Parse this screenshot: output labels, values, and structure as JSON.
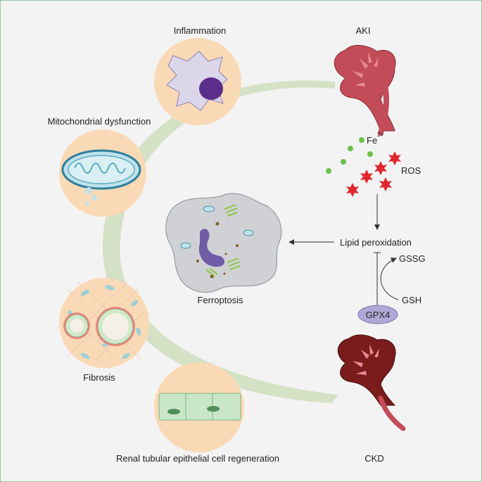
{
  "labels": {
    "inflammation": "Inflammation",
    "aki": "AKI",
    "mito": "Mitochondrial dysfunction",
    "fe": "Fe",
    "fe_sup": "2+",
    "ros": "ROS",
    "lipid": "Lipid peroxidation",
    "gssg": "GSSG",
    "gsh": "GSH",
    "gpx4": "GPX4",
    "ferroptosis": "Ferroptosis",
    "fibrosis": "Fibrosis",
    "regen": "Renal tubular epithelial cell regeneration",
    "ckd": "CKD"
  },
  "colors": {
    "background": "#f3f3f3",
    "border": "#8fc9a0",
    "arc": "#d5e1c4",
    "circle_fill": "#f9d9b6",
    "aki_kidney": "#c24d58",
    "ckd_kidney": "#7a1c1c",
    "ureter": "#c24d58",
    "fe_dot": "#6cc04a",
    "ros_star": "#e0262e",
    "gpx4_fill": "#b2a8d8",
    "cell_gray": "#cfd1d4",
    "nucleus": "#6f5ba6"
  },
  "icons": [
    "macrophage-icon",
    "mitochondrion-icon",
    "kidney-icon",
    "ros-star-icon",
    "iron-dot-icon",
    "ferroptotic-cell-icon",
    "tubule-cross-section-icon",
    "epithelial-cells-icon"
  ]
}
